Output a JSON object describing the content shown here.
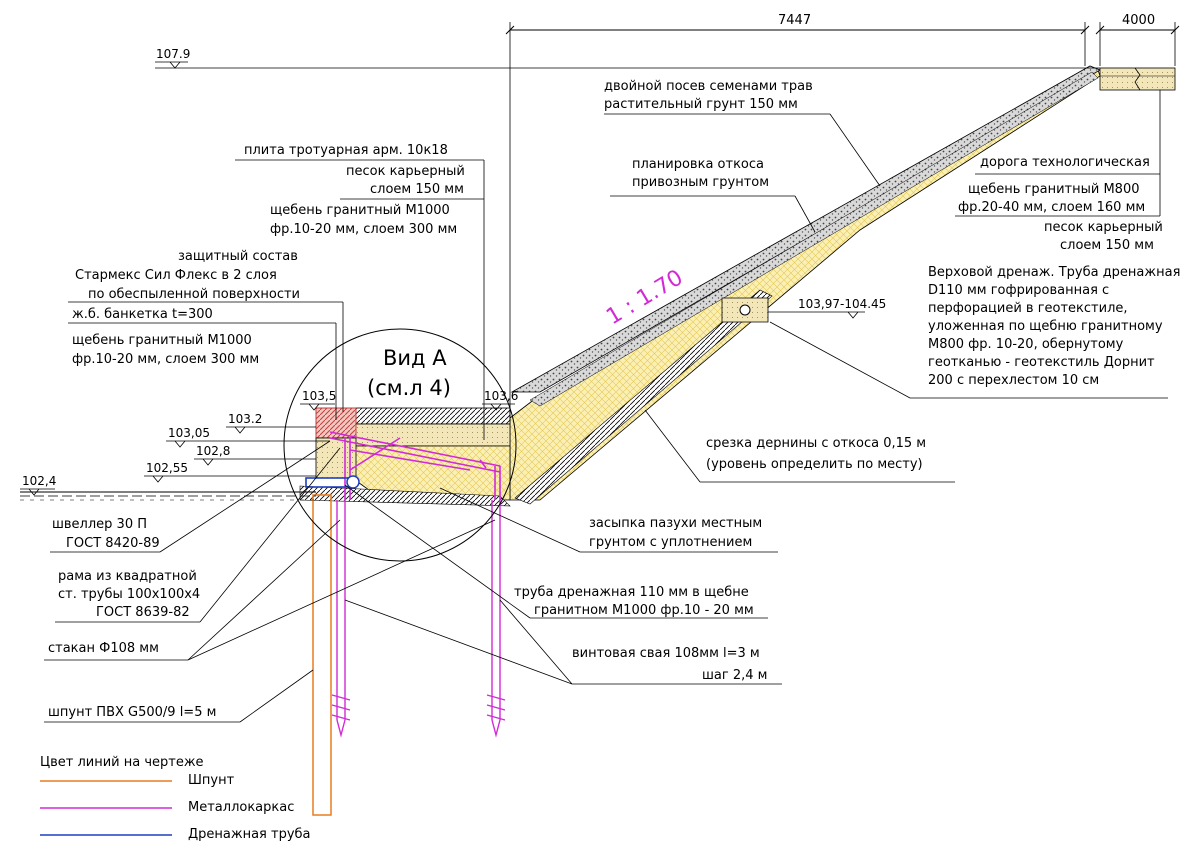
{
  "dimensions": {
    "d7447": "7447",
    "d4000": "4000"
  },
  "elevations": {
    "e1079": "107.9",
    "e1035": "103,5",
    "e1032": "103.2",
    "e10305": "103,05",
    "e1028": "102,8",
    "e10255": "102,55",
    "e1024": "102,4",
    "e1036": "103,6",
    "e10397": "103,97-104.45"
  },
  "view": {
    "line1": "Вид А",
    "line2": "(см.л 4)"
  },
  "slope": "1 : 1.70",
  "labels": {
    "seed1": "двойной посев семенами трав",
    "seed2": "растительный грунт 150 мм",
    "plan1": "планировка откоса",
    "plan2": "привозным грунтом",
    "road1": "дорога технологическая",
    "road2": "щебень  гранитный М800",
    "road3": "фр.20-40 мм, слоем 160 мм",
    "road4": "песок карьерный",
    "road5": "слоем 150 мм",
    "drain1": "Верховой дренаж. Труба дренажная",
    "drain2": "D110 мм гофрированная с",
    "drain3": "перфорацией в геотекстиле,",
    "drain4": "уложенная по щебню гранитному",
    "drain5": "М800 фр. 10-20, обернутому",
    "drain6": "геотканью - геотекстиль Дорнит",
    "drain7": "200 с перехлестом 10 см",
    "cut1": "срезка  дернины с откоса 0,15 м",
    "cut2": "(уровень  определить  по месту)",
    "fill1": "засыпка пазухи местным",
    "fill2": "грунтом с уплотнением",
    "pipe1": "труба дренажная 110 мм в щебне",
    "pipe2": "гранитном М1000 фр.10 - 20 мм",
    "pile1": "винтовая свая 108мм l=3 м",
    "pile2": "шаг 2,4 м",
    "plate1": "плита тротуарная арм. 10к18",
    "plate2": "песок карьерный",
    "plate3": "слоем 150 мм",
    "plate4": "щебень  гранитный М1000",
    "plate5": "фр.10-20 мм, слоем 300 мм",
    "prot1": "защитный состав",
    "prot2": "Стармекс  Сил Флекс  в 2 слоя",
    "prot3": "по обеспыленной поверхности",
    "prot4": "ж.б. банкетка  t=300",
    "prot5": "щебень  гранитный М1000",
    "prot6": "фр.10-20 мм, слоем 300 мм",
    "ch1": "швеллер 30 П",
    "ch2": "ГОСТ 8420-89",
    "fr1": "рама из квадратной",
    "fr2": "ст. трубы 100х100х4",
    "fr3": "ГОСТ 8639-82",
    "cup": "стакан Ф108 мм",
    "sheet": "шпунт ПВХ G500/9 l=5 м"
  },
  "legend": {
    "title": "Цвет линий на чертеже",
    "items": [
      {
        "label": "Шпунт",
        "color": "#e87d1e"
      },
      {
        "label": "Металлокаркас",
        "color": "#d12bd6"
      },
      {
        "label": "Дренажная труба",
        "color": "#1f3fbf"
      }
    ]
  },
  "colors": {
    "fill_soil": "#fbf0b4",
    "sheet_pile": "#e87d1e",
    "metal": "#d12bd6",
    "drain": "#1f3fbf",
    "concrete": "#c04040"
  }
}
